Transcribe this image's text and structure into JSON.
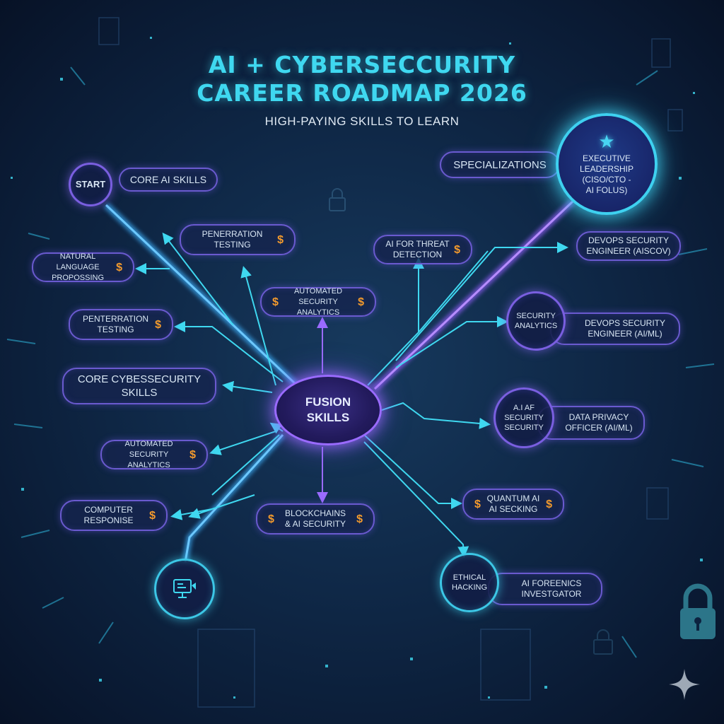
{
  "title_line1": "AI + CYBERSECCURITY",
  "title_line2": "CAREER ROADMAP 2026",
  "subtitle": "HIGH-PAYING SKILLS TO LEARN",
  "currency_symbol": "$",
  "colors": {
    "accent_cyan": "#3fd8f0",
    "accent_purple": "#9a6bff",
    "dollar": "#f39a2d",
    "background": "#0f2847"
  },
  "nodes": {
    "start": "START",
    "core_ai_skills": "CORE AI SKILLS",
    "penetration_testing_top_1": "PENERRATION",
    "penetration_testing_top_2": "TESTING",
    "nlp_1": "NATURAL LANGUAGE",
    "nlp_2": "PROPOSSING",
    "penetration_testing_mid_1": "PENTERRATION",
    "penetration_testing_mid_2": "TESTING",
    "core_cyber_1": "CORE CYBESSECURITY",
    "core_cyber_2": "SKILLS",
    "automated_left_1": "AUTOMATED SECURITY",
    "automated_left_2": "ANALYTICS",
    "computer_response_1": "COMPUTER",
    "computer_response_2": "RESPONISE",
    "automated_top_1": "AUTOMATED",
    "automated_top_2": "SECURITY ANALYTICS",
    "fusion_1": "FUSION",
    "fusion_2": "SKILLS",
    "blockchain_1": "BLOCKCHAINS",
    "blockchain_2": "& AI SECURITY",
    "ai_threat_1": "AI FOR THREAT",
    "ai_threat_2": "DETECTION",
    "specializations": "SPECIALIZATIONS",
    "executive_1": "EXECUTIVE",
    "executive_2": "LEADERSHIP",
    "executive_3": "(CISO/CTO -",
    "executive_4": "AI FOLUS)",
    "devops_top_1": "DEVOPS SECURITY",
    "devops_top_2": "ENGINEER (AISCOV)",
    "security_analytics_1": "SECURITY",
    "security_analytics_2": "ANALYTICS",
    "devops_mid_1": "DEVOPS SECURITY",
    "devops_mid_2": "ENGINEER (AI/ML)",
    "ai_security_1": "A.I AF",
    "ai_security_2": "SECURITY",
    "ai_security_3": "SECURITY",
    "data_privacy_1": "DATA PRIVACY",
    "data_privacy_2": "OFFICER (AI/ML)",
    "quantum_1": "QUANTUM AI",
    "quantum_2": "AI SECKING",
    "ethical_1": "ETHICAL",
    "ethical_2": "HACKING",
    "forensics_1": "AI FOREENICS",
    "forensics_2": "INVESTGATOR"
  }
}
